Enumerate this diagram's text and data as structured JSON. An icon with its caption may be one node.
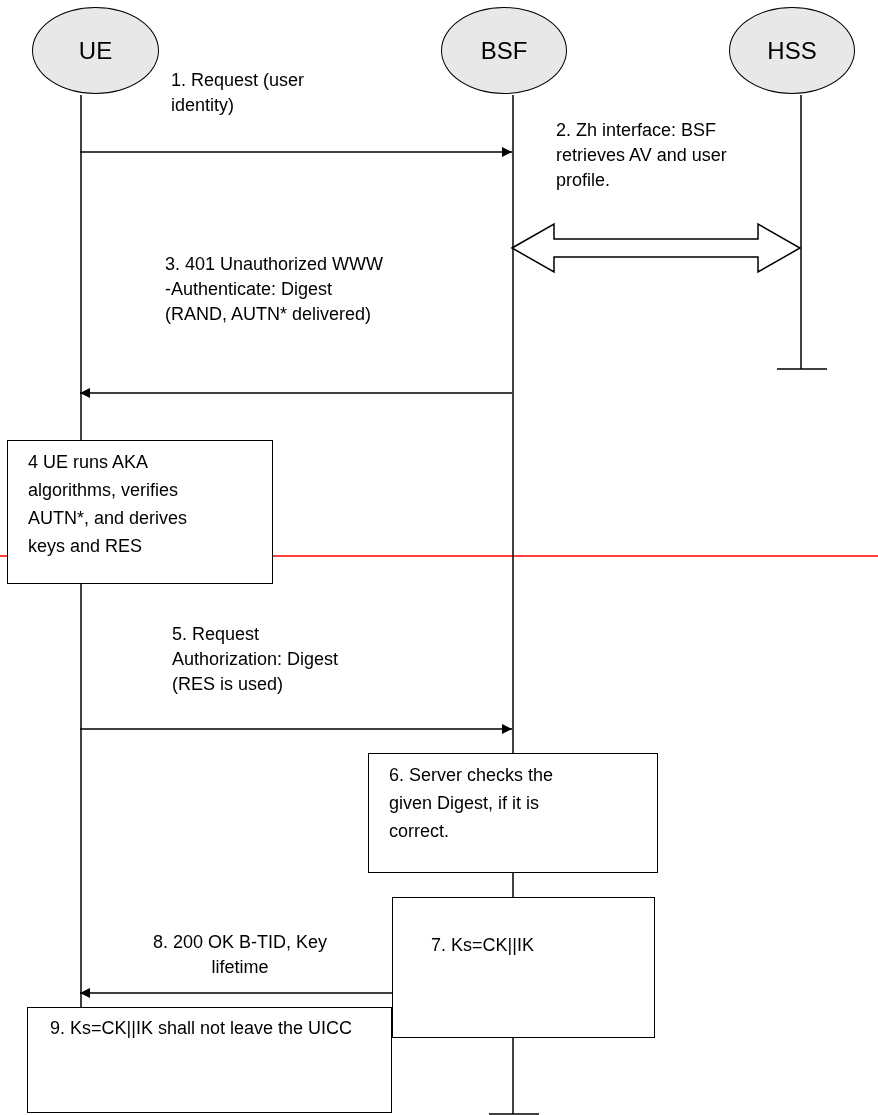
{
  "diagram": {
    "nodes": [
      {
        "text": [
          "UE"
        ]
      },
      {
        "text": [
          "BSF"
        ]
      },
      {
        "text": [
          "HSS"
        ]
      },
      {
        "text": [
          "4 UE runs AKA algorithms, verifies AUTN*, and derives keys and RES"
        ]
      },
      {
        "text": [
          "6. Server checks the given Digest, if it is correct."
        ]
      },
      {
        "text": [
          "7. Ks=CK||IK"
        ]
      },
      {
        "text": [
          "9. Ks=CK||IK shall not leave the UICC"
        ]
      }
    ],
    "edges": [
      {
        "from": 0,
        "to": 1,
        "arrow": "to",
        "label": "1. Request (user identity)"
      },
      {
        "from": 1,
        "to": 2,
        "arrow": "both",
        "style": "thick",
        "label": "2. Zh interface: BSF retrieves AV and user profile."
      },
      {
        "from": 1,
        "to": 0,
        "arrow": "to",
        "label": "3. 401 Unauthorized WWW -Authenticate: Digest (RAND, AUTN* delivered)"
      },
      {
        "from": 0,
        "to": 1,
        "arrow": "to",
        "label": "5. Request Authorization: Digest (RES is used)"
      },
      {
        "from": 5,
        "to": 0,
        "arrow": "to",
        "label": "8. 200 OK B-TID, Key lifetime"
      }
    ]
  }
}
